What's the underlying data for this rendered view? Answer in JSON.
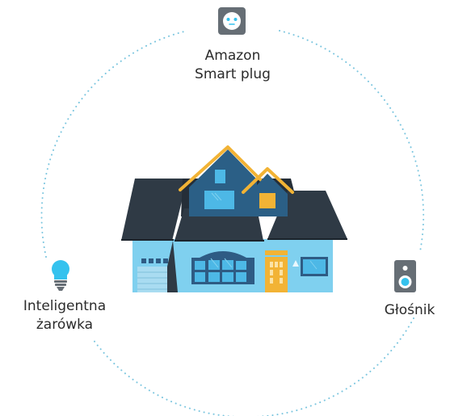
{
  "devices": {
    "plug": {
      "line1": "Amazon",
      "line2": "Smart plug",
      "icon": "smart-plug-icon"
    },
    "bulb": {
      "line1": "Inteligentna",
      "line2": "żarówka",
      "icon": "smart-bulb-icon"
    },
    "speaker": {
      "line1": "Głośnik",
      "icon": "speaker-icon"
    }
  },
  "colors": {
    "ring": "#7cc6df",
    "roof": "#2f3a45",
    "roof_shadow": "#1f2730",
    "wall": "#7fd0ef",
    "gable": "#2b5f86",
    "gable_trim": "#f2b335",
    "window": "#2e5b84",
    "window_light": "#4db8e6",
    "door": "#f2b335",
    "icon_gray": "#666e75",
    "accent_blue": "#35c2ee"
  }
}
